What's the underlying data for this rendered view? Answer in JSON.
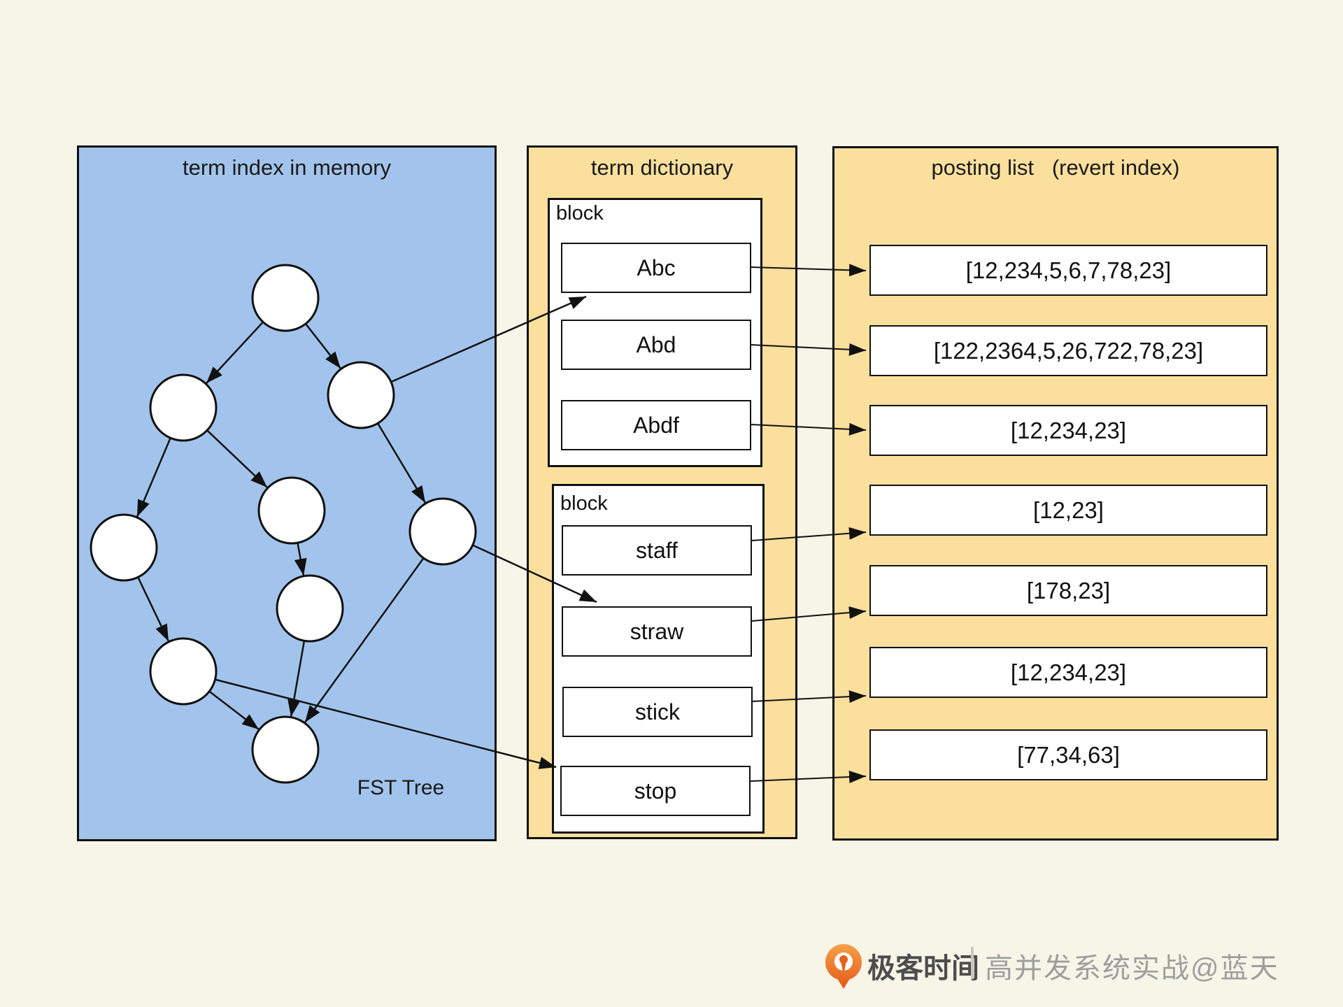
{
  "panels": {
    "term_index": {
      "title": "term index in memory",
      "footer": "FST Tree",
      "node_count": 9
    },
    "term_dictionary": {
      "title": "term dictionary",
      "blocks": [
        {
          "label": "block",
          "terms": [
            "Abc",
            "Abd",
            "Abdf"
          ]
        },
        {
          "label": "block",
          "terms": [
            "staff",
            "straw",
            "stick",
            "stop"
          ]
        }
      ]
    },
    "posting_list": {
      "title": "posting list   (revert index)",
      "entries": [
        "[12,234,5,6,7,78,23]",
        "[122,2364,5,26,722,78,23]",
        "[12,234,23]",
        "[12,23]",
        "[178,23]",
        "[12,234,23]",
        "[77,34,63]"
      ]
    }
  },
  "links": [
    {
      "from": "Abc",
      "to": "[12,234,5,6,7,78,23]"
    },
    {
      "from": "Abd",
      "to": "[122,2364,5,26,722,78,23]"
    },
    {
      "from": "Abdf",
      "to": "[12,234,23]"
    },
    {
      "from": "staff",
      "to": "[12,23]"
    },
    {
      "from": "straw",
      "to": "[178,23]"
    },
    {
      "from": "stick",
      "to": "[12,234,23]"
    },
    {
      "from": "stop",
      "to": "[77,34,63]"
    }
  ],
  "footer_logo": {
    "icon": "geektime-logo-icon",
    "brand": "极客时间",
    "caption": "高并发系统实战@蓝天"
  },
  "colors": {
    "background": "#f7f5e8",
    "term_index_panel": "#a2c4ec",
    "yellow_panel": "#fbe09d",
    "box_fill": "#ffffff",
    "line": "#111111",
    "logo_orange": "#ec6a1e",
    "brand_text": "#4d4d4d",
    "caption_text": "#9e9e9e"
  }
}
